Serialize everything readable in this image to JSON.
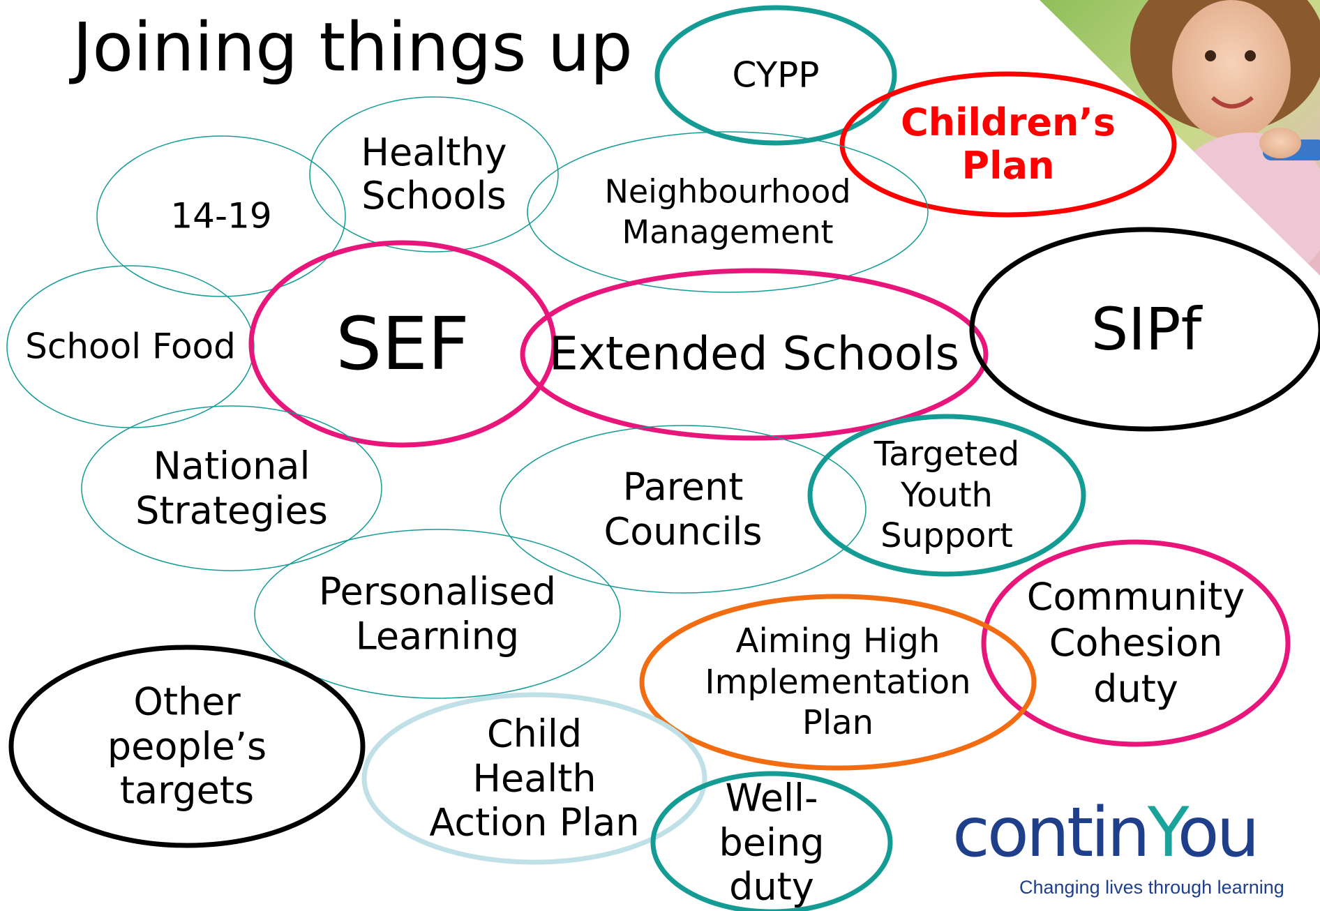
{
  "title": "Joining things up",
  "bubbles": [
    {
      "id": "cypp",
      "label": "CYPP"
    },
    {
      "id": "childrens-plan",
      "label": "Children’s\nPlan"
    },
    {
      "id": "14-19",
      "label": "14-19"
    },
    {
      "id": "healthy-schools",
      "label": "Healthy\nSchools"
    },
    {
      "id": "neighbourhood-management",
      "label": "Neighbourhood\nManagement"
    },
    {
      "id": "school-food",
      "label": "School Food"
    },
    {
      "id": "sef",
      "label": "SEF"
    },
    {
      "id": "extended-schools",
      "label": "Extended Schools"
    },
    {
      "id": "sipf",
      "label": "SIPf"
    },
    {
      "id": "national-strategies",
      "label": "National\nStrategies"
    },
    {
      "id": "parent-councils",
      "label": "Parent\nCouncils"
    },
    {
      "id": "targeted-youth-support",
      "label": "Targeted\nYouth\nSupport"
    },
    {
      "id": "personalised-learning",
      "label": "Personalised\nLearning"
    },
    {
      "id": "community-cohesion-duty",
      "label": "Community\nCohesion\nduty"
    },
    {
      "id": "aiming-high-implementation-plan",
      "label": "Aiming High\nImplementation\nPlan"
    },
    {
      "id": "other-peoples-targets",
      "label": "Other\npeople’s\ntargets"
    },
    {
      "id": "child-health-action-plan",
      "label": "Child\nHealth\nAction Plan"
    },
    {
      "id": "well-being-duty",
      "label": "Well-\nbeing\nduty"
    }
  ],
  "logo": {
    "name": "continYou",
    "tagline": "Changing lives through learning"
  },
  "colors": {
    "teal": "#139b94",
    "magenta": "#e8157a",
    "red": "#ff0000",
    "orange": "#f26c12",
    "black": "#000000",
    "light_blue": "#bfe0e6",
    "brand_navy": "#1f3f8a",
    "brand_teal": "#1aa39a"
  }
}
